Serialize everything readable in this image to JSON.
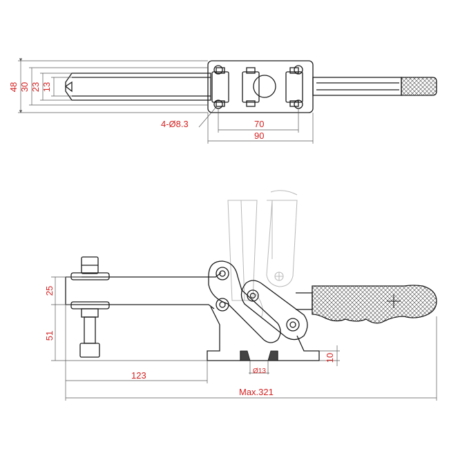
{
  "top_view": {
    "dims": {
      "d48": "48",
      "d30": "30",
      "d23": "23",
      "d13": "13",
      "holes": "4-Ø8.3",
      "d70": "70",
      "d90": "90"
    }
  },
  "side_view": {
    "dims": {
      "d25": "25",
      "d51": "51",
      "d123": "123",
      "bore": "Ø13",
      "d10": "10",
      "overall": "Max.321"
    }
  },
  "colors": {
    "dimension_text": "#d42020",
    "part_outline": "#1a1a1a",
    "ghost_outline": "#b8b8b8"
  }
}
